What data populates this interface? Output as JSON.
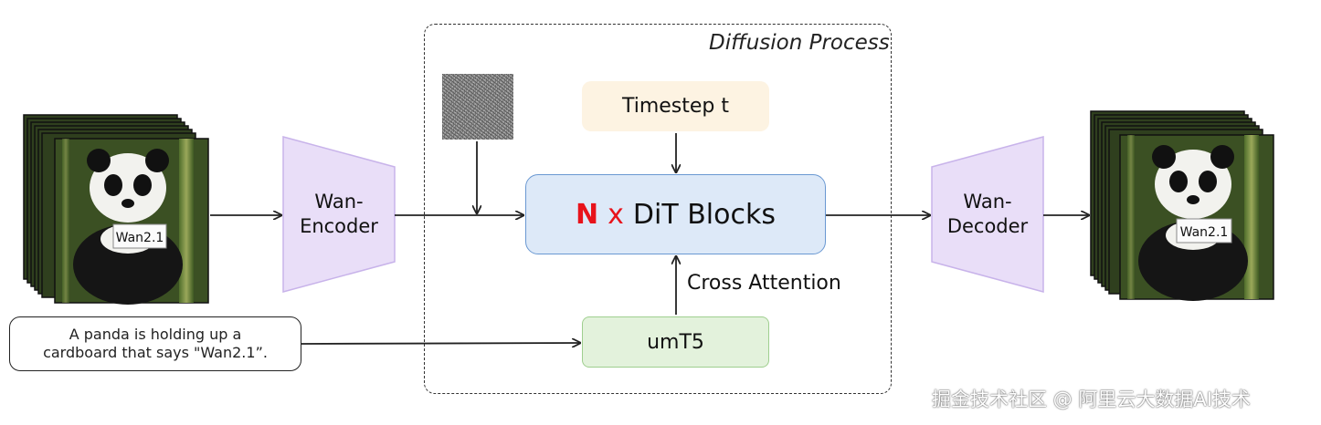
{
  "diagram": {
    "region_title": "Diffusion Process",
    "encoder_line1": "Wan-",
    "encoder_line2": "Encoder",
    "decoder_line1": "Wan-",
    "decoder_line2": "Decoder",
    "timestep_label": "Timestep t",
    "dit_n": "N",
    "dit_x": "x",
    "dit_label": "DiT Blocks",
    "cross_attention_label": "Cross Attention",
    "text_encoder_label": "umT5",
    "prompt_line1": "A panda is holding up a",
    "prompt_line2": "cardboard that says \"Wan2.1”.",
    "input_frame_sign": "Wan2.1",
    "output_frame_sign": "Wan2.1",
    "watermark": "掘金技术社区 @ 阿里云大数据AI技术"
  },
  "colors": {
    "trapezoid_fill": "#e9def8",
    "trapezoid_stroke": "#c8b3ea",
    "dit_fill": "#dde9f8",
    "dit_stroke": "#6a98d2",
    "timestep_fill": "#fdf3e2",
    "umt5_fill": "#e3f2dc",
    "umt5_stroke": "#9fcf8f",
    "accent_red": "#e8131b"
  }
}
